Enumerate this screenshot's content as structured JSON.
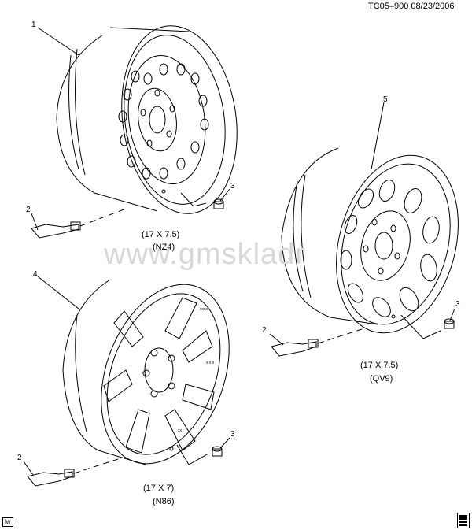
{
  "header": {
    "ref_code": "TC05–900  08/23/2006"
  },
  "watermark": "www.gmskladr",
  "callouts": [
    "1",
    "2",
    "3",
    "4",
    "5",
    "2",
    "3",
    "2",
    "3"
  ],
  "captions": {
    "nz4_size": "(17 X 7.5)",
    "nz4_code": "(NZ4)",
    "qv9_size": "(17 X 7.5)",
    "qv9_code": "(QV9)",
    "n86_size": "(17 X 7)",
    "n86_code": "(N86)"
  },
  "footer": {
    "tag": "lw"
  }
}
